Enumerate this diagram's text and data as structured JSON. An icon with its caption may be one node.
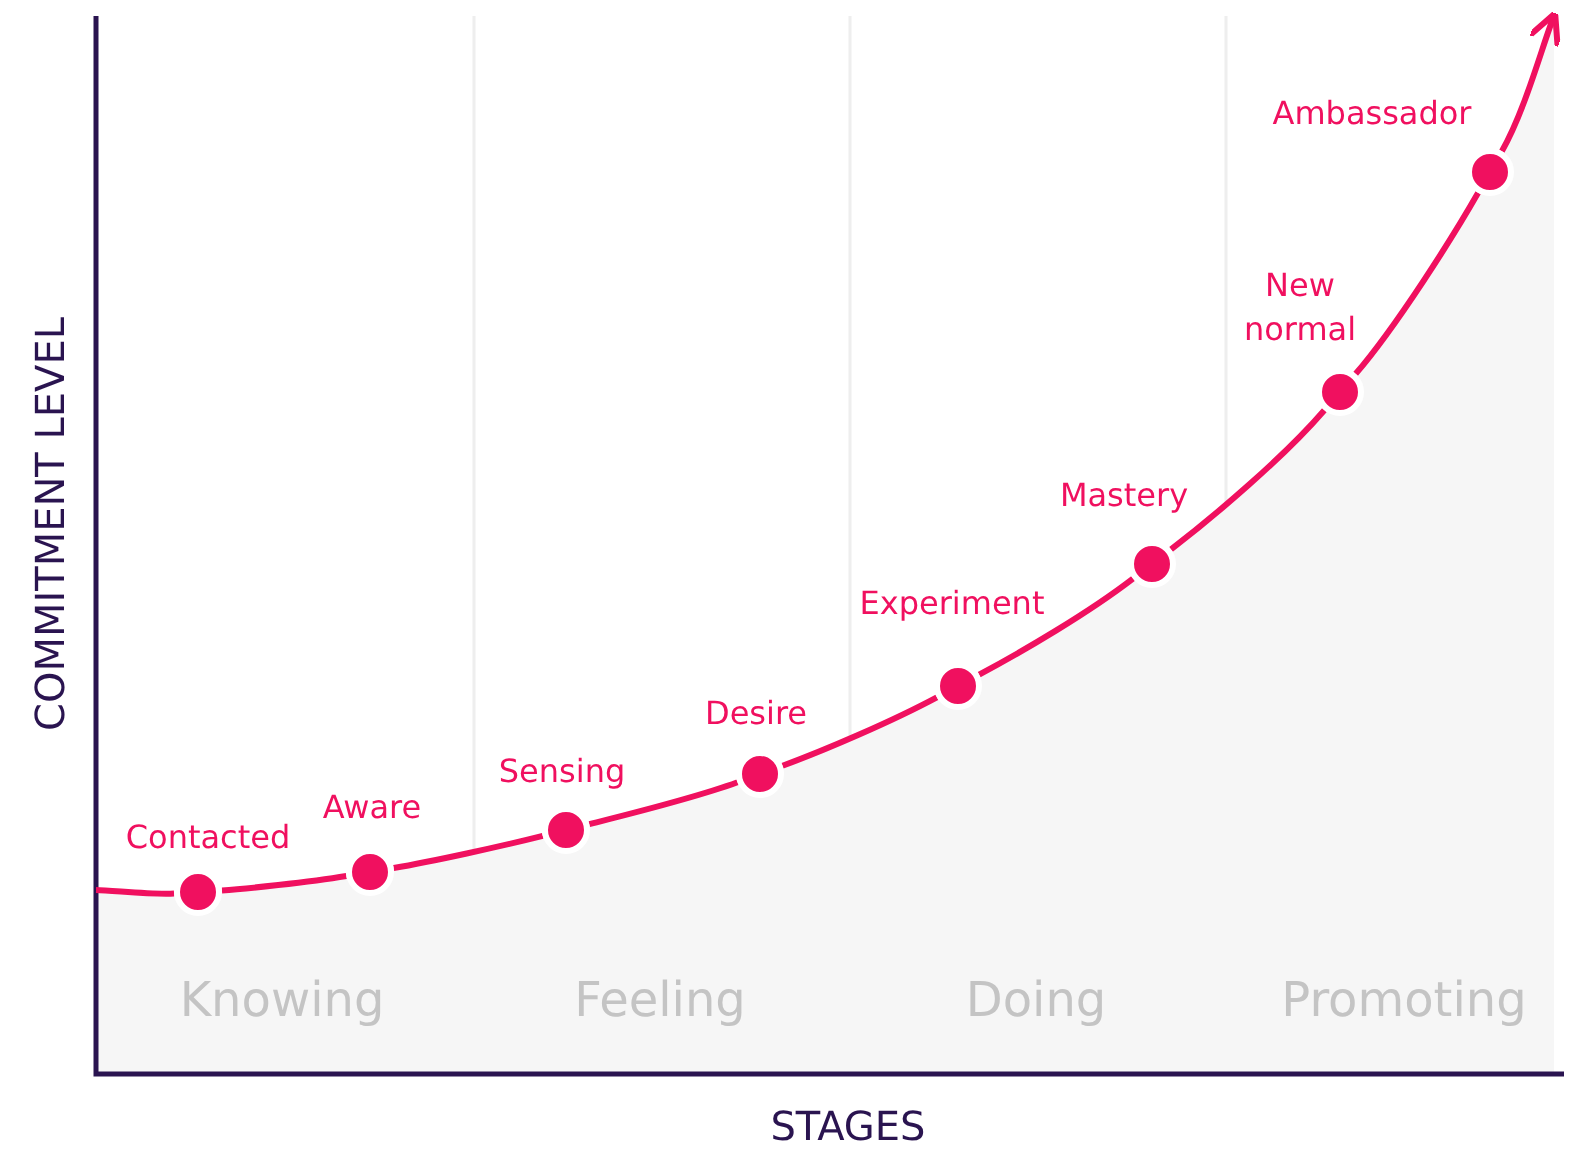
{
  "diagram": {
    "nodes": [
      {
        "text": [],
        "shape": "circle",
        "beside": [
          "Contacted"
        ]
      },
      {
        "text": [],
        "shape": "circle",
        "beside": [
          "Aware"
        ]
      },
      {
        "text": [],
        "shape": "circle",
        "beside": [
          "Sensing"
        ]
      },
      {
        "text": [],
        "shape": "circle",
        "beside": [
          "Desire"
        ]
      },
      {
        "text": [],
        "shape": "circle",
        "beside": [
          "Experiment"
        ]
      },
      {
        "text": [],
        "shape": "circle",
        "beside": [
          "Mastery"
        ]
      },
      {
        "text": [],
        "shape": "circle",
        "beside": [
          "New normal"
        ]
      },
      {
        "text": [],
        "shape": "circle",
        "beside": [
          "Ambassador"
        ]
      }
    ],
    "edges": [
      {
        "from": null,
        "to": 0,
        "arrow": "none"
      },
      {
        "from": 0,
        "to": 1,
        "arrow": "none"
      },
      {
        "from": 1,
        "to": 2,
        "arrow": "none"
      },
      {
        "from": 2,
        "to": 3,
        "arrow": "none"
      },
      {
        "from": 3,
        "to": 4,
        "arrow": "none"
      },
      {
        "from": 4,
        "to": 5,
        "arrow": "none"
      },
      {
        "from": 5,
        "to": 6,
        "arrow": "none"
      },
      {
        "from": 6,
        "to": 7,
        "arrow": "none"
      },
      {
        "from": 7,
        "to": null,
        "arrow": "to"
      }
    ],
    "labels": [
      "COMMITMENT LEVEL",
      "Knowing",
      "Feeling",
      "Doing",
      "Promoting",
      "STAGES"
    ]
  }
}
